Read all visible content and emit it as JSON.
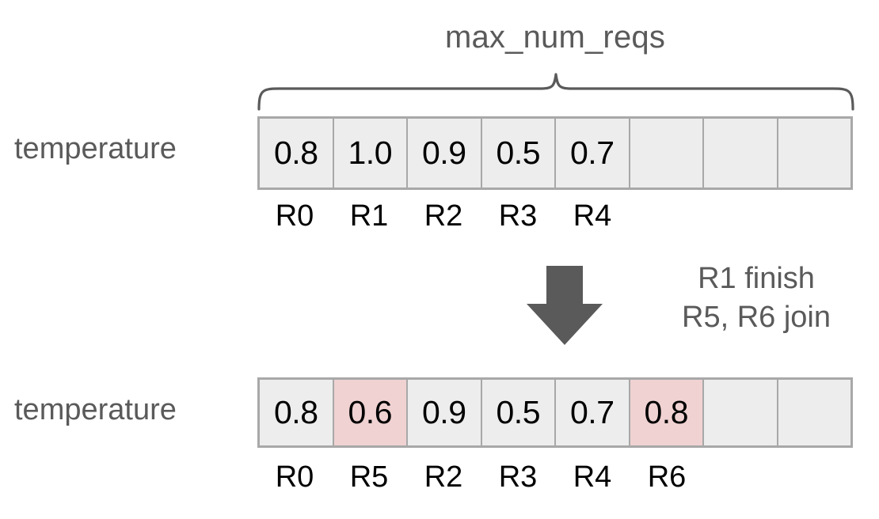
{
  "diagram": {
    "title": "max_num_reqs",
    "colors": {
      "cell_background": "#ededed",
      "cell_highlight": "#f0d2d2",
      "cell_border": "#a8a8a8",
      "text_gray": "#5a5a5a",
      "text_black": "#000000",
      "arrow": "#5a5a5a"
    },
    "num_slots": 8,
    "transition": {
      "arrow_icon": "down-arrow-icon",
      "note_line1": "R1 finish",
      "note_line2": "R5, R6 join"
    },
    "before": {
      "row_label": "temperature",
      "cells": [
        {
          "value": "0.8",
          "index": "R0",
          "highlight": false
        },
        {
          "value": "1.0",
          "index": "R1",
          "highlight": false
        },
        {
          "value": "0.9",
          "index": "R2",
          "highlight": false
        },
        {
          "value": "0.5",
          "index": "R3",
          "highlight": false
        },
        {
          "value": "0.7",
          "index": "R4",
          "highlight": false
        },
        {
          "value": "",
          "index": "",
          "highlight": false
        },
        {
          "value": "",
          "index": "",
          "highlight": false
        },
        {
          "value": "",
          "index": "",
          "highlight": false
        }
      ]
    },
    "after": {
      "row_label": "temperature",
      "cells": [
        {
          "value": "0.8",
          "index": "R0",
          "highlight": false
        },
        {
          "value": "0.6",
          "index": "R5",
          "highlight": true
        },
        {
          "value": "0.9",
          "index": "R2",
          "highlight": false
        },
        {
          "value": "0.5",
          "index": "R3",
          "highlight": false
        },
        {
          "value": "0.7",
          "index": "R4",
          "highlight": false
        },
        {
          "value": "0.8",
          "index": "R6",
          "highlight": true
        },
        {
          "value": "",
          "index": "",
          "highlight": false
        },
        {
          "value": "",
          "index": "",
          "highlight": false
        }
      ]
    }
  }
}
